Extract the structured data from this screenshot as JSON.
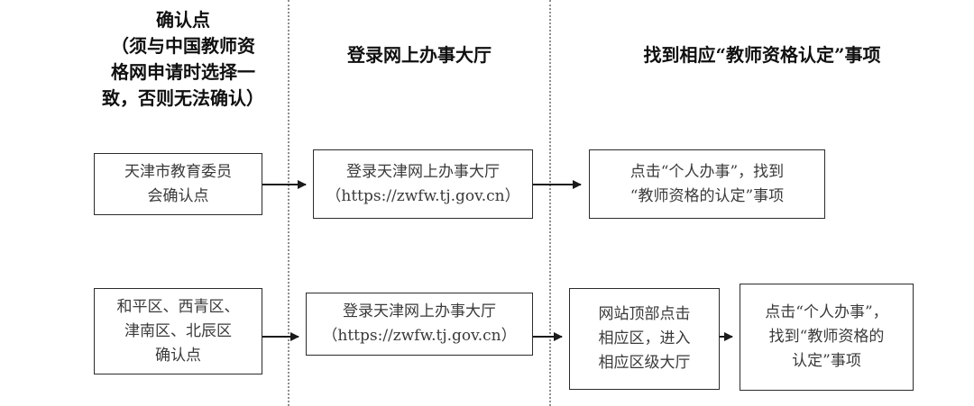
{
  "headers": {
    "col1": {
      "lines": [
        "确认点",
        "（须与中国教师资",
        "格网申请时选择一",
        "致，否则无法确认）"
      ]
    },
    "col2": {
      "lines": [
        "登录网上办事大厅"
      ]
    },
    "col3": {
      "lines": [
        "找到相应“教师资格认定”事项"
      ]
    }
  },
  "rows": [
    {
      "boxes": [
        {
          "lines": [
            "天津市教育委员",
            "会确认点"
          ]
        },
        {
          "lines": [
            "登录天津网上办事大厅",
            "（https://zwfw.tj.gov.cn）"
          ]
        },
        {
          "lines": [
            "点击“个人办事”，找到",
            "“教师资格的认定”事项"
          ]
        }
      ]
    },
    {
      "boxes": [
        {
          "lines": [
            "和平区、西青区、",
            "津南区、北辰区",
            "确认点"
          ]
        },
        {
          "lines": [
            "登录天津网上办事大厅",
            "（https://zwfw.tj.gov.cn）"
          ]
        },
        {
          "lines": [
            "网站顶部点击",
            "相应区，进入",
            "相应区级大厅"
          ]
        },
        {
          "lines": [
            "点击“个人办事”，",
            "找到“教师资格的",
            "认定”事项"
          ]
        }
      ]
    }
  ],
  "colors": {
    "box_border": "#2b2b2b",
    "box_text": "#3a3a3a",
    "header_text": "#101010",
    "arrow": "#1b1b1b",
    "divider": "#8e8e8e",
    "background": "#ffffff"
  }
}
